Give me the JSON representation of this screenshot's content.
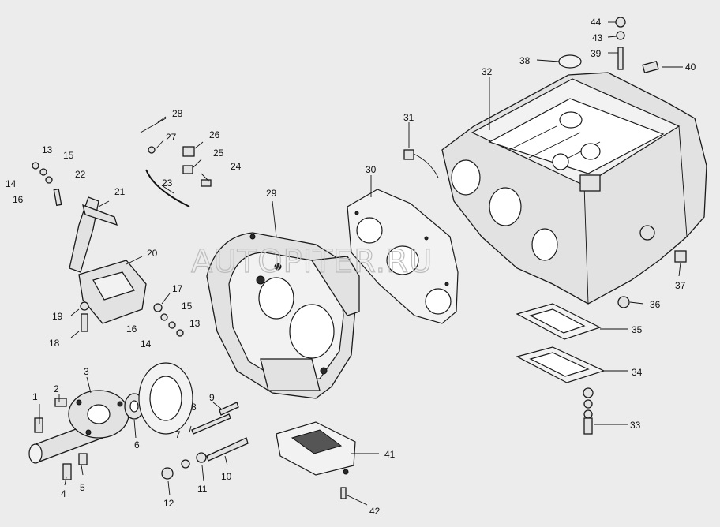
{
  "watermark": "AUTOPITER.RU",
  "callouts": [
    {
      "id": "c1",
      "text": "1"
    },
    {
      "id": "c2",
      "text": "2"
    },
    {
      "id": "c3",
      "text": "3"
    },
    {
      "id": "c4",
      "text": "4"
    },
    {
      "id": "c5",
      "text": "5"
    },
    {
      "id": "c6",
      "text": "6"
    },
    {
      "id": "c7",
      "text": "7"
    },
    {
      "id": "c8",
      "text": "8"
    },
    {
      "id": "c9",
      "text": "9"
    },
    {
      "id": "c10",
      "text": "10"
    },
    {
      "id": "c11",
      "text": "11"
    },
    {
      "id": "c12",
      "text": "12"
    },
    {
      "id": "c13a",
      "text": "13"
    },
    {
      "id": "c14a",
      "text": "14"
    },
    {
      "id": "c15a",
      "text": "15"
    },
    {
      "id": "c16a",
      "text": "16"
    },
    {
      "id": "c13b",
      "text": "13"
    },
    {
      "id": "c14b",
      "text": "14"
    },
    {
      "id": "c15b",
      "text": "15"
    },
    {
      "id": "c16b",
      "text": "16"
    },
    {
      "id": "c17",
      "text": "17"
    },
    {
      "id": "c18",
      "text": "18"
    },
    {
      "id": "c19",
      "text": "19"
    },
    {
      "id": "c20",
      "text": "20"
    },
    {
      "id": "c21",
      "text": "21"
    },
    {
      "id": "c22",
      "text": "22"
    },
    {
      "id": "c23",
      "text": "23"
    },
    {
      "id": "c24",
      "text": "24"
    },
    {
      "id": "c25",
      "text": "25"
    },
    {
      "id": "c26",
      "text": "26"
    },
    {
      "id": "c27",
      "text": "27"
    },
    {
      "id": "c28",
      "text": "28"
    },
    {
      "id": "c29",
      "text": "29"
    },
    {
      "id": "c30",
      "text": "30"
    },
    {
      "id": "c31",
      "text": "31"
    },
    {
      "id": "c32",
      "text": "32"
    },
    {
      "id": "c33",
      "text": "33"
    },
    {
      "id": "c34",
      "text": "34"
    },
    {
      "id": "c35",
      "text": "35"
    },
    {
      "id": "c36",
      "text": "36"
    },
    {
      "id": "c37",
      "text": "37"
    },
    {
      "id": "c38",
      "text": "38"
    },
    {
      "id": "c39",
      "text": "39"
    },
    {
      "id": "c40",
      "text": "40"
    },
    {
      "id": "c41",
      "text": "41"
    },
    {
      "id": "c42",
      "text": "42"
    },
    {
      "id": "c43",
      "text": "43"
    },
    {
      "id": "c44",
      "text": "44"
    }
  ]
}
